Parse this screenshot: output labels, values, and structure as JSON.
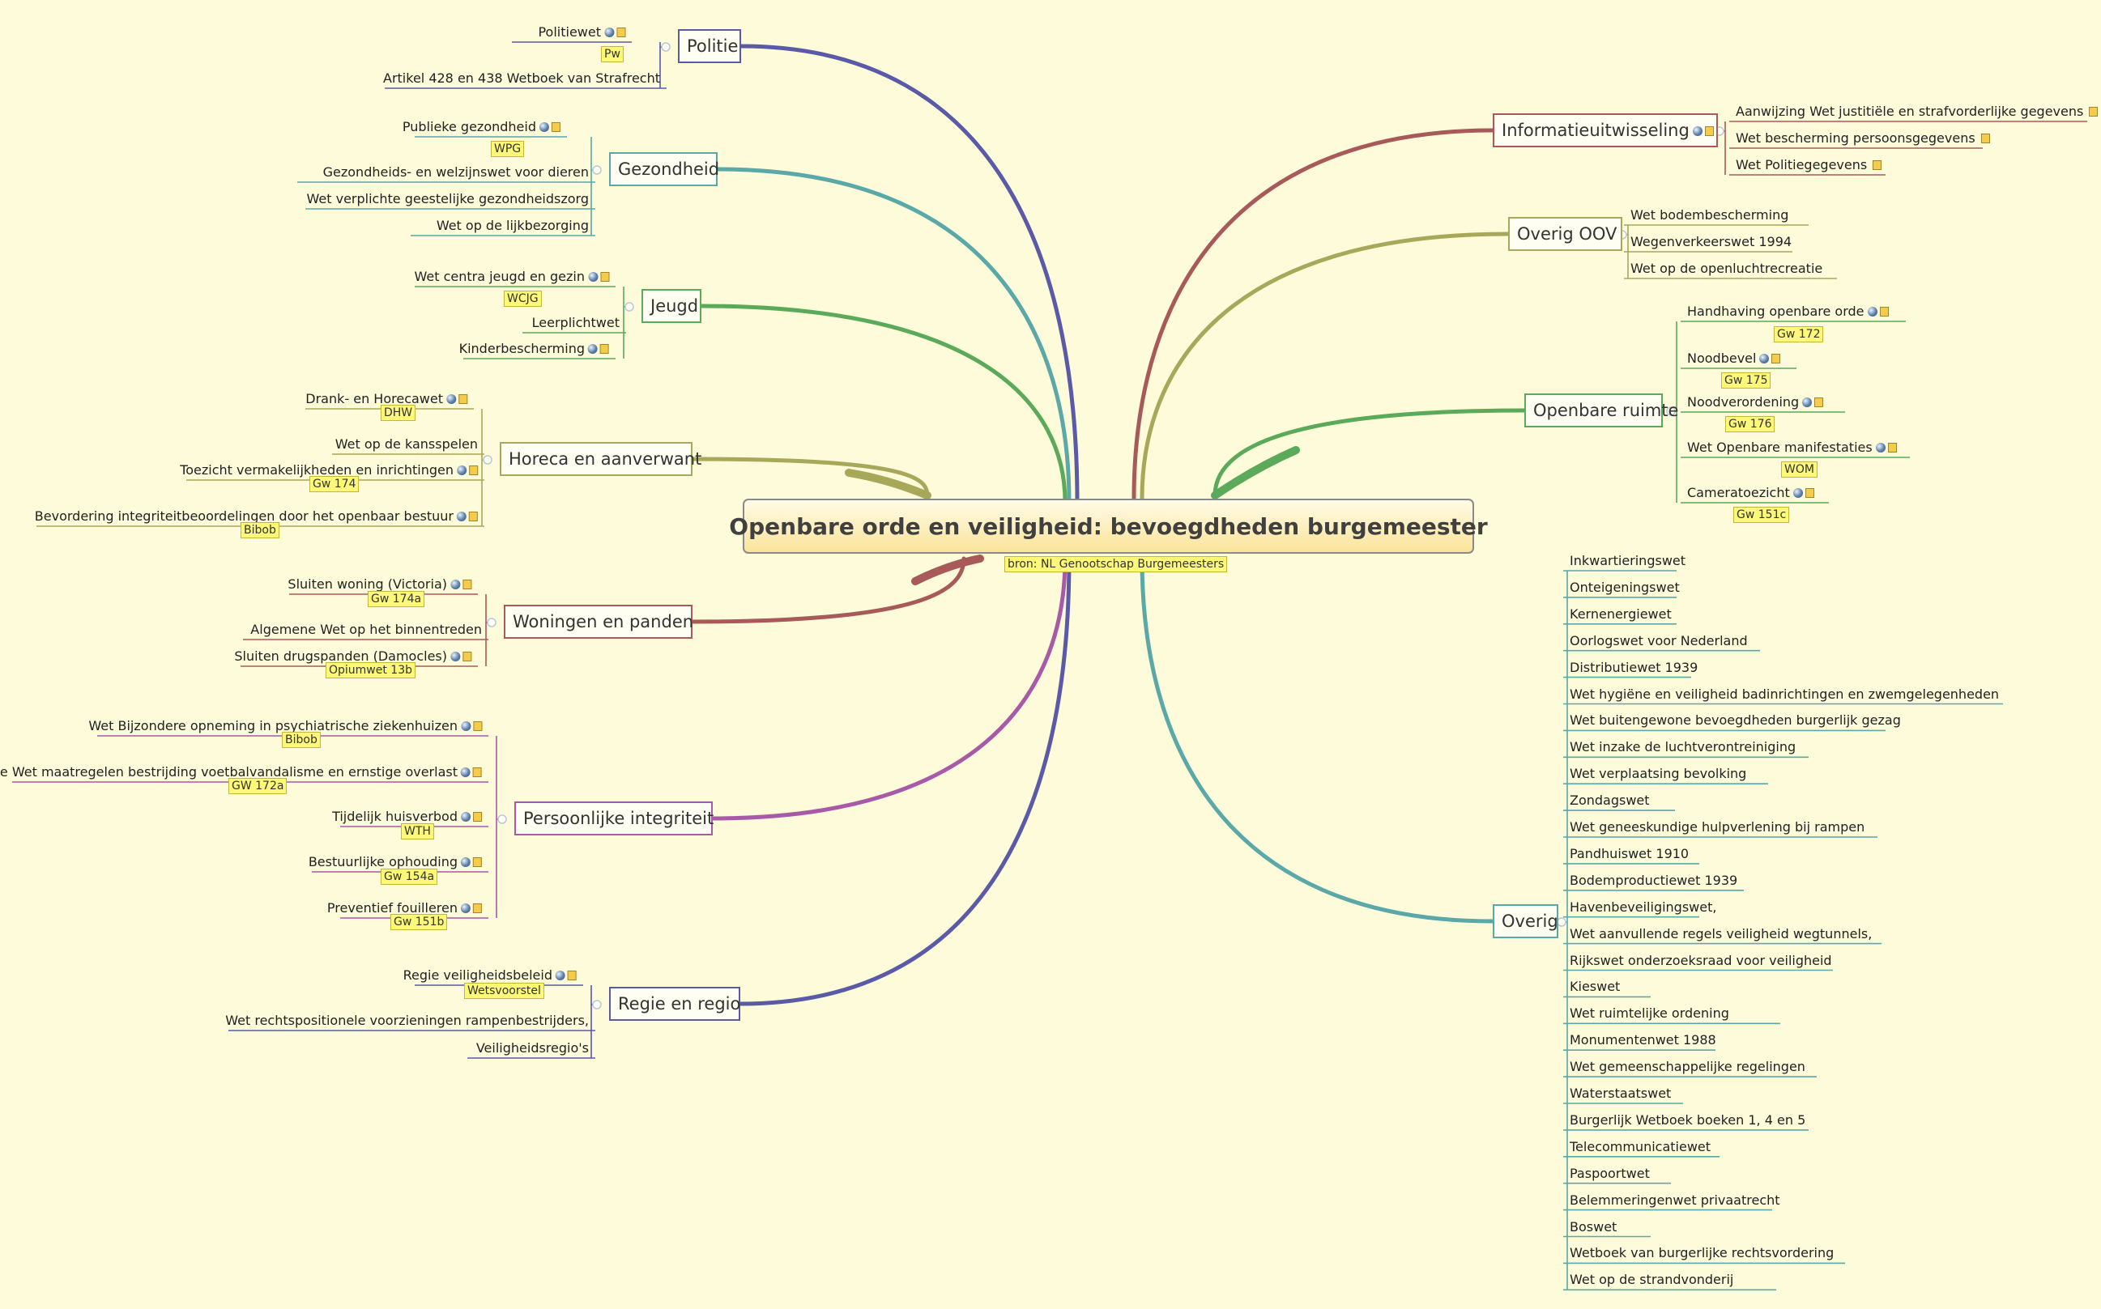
{
  "central": {
    "title": "Openbare orde en veiligheid: bevoegdheden burgemeester",
    "source": "bron: NL Genootschap Burgemeesters"
  },
  "colors": {
    "background": "#fdfbd9"
  },
  "branches": [
    {
      "label": "Politie",
      "color": "#5a5aa8",
      "side": "left",
      "items": [
        {
          "text": "Politiewet",
          "icons": [
            "globe-icon",
            "note-icon"
          ],
          "tag": "Pw"
        },
        {
          "text": "Artikel 428 en 438 Wetboek van Strafrecht"
        }
      ]
    },
    {
      "label": "Gezondheid",
      "color": "#5aa8a8",
      "side": "left",
      "items": [
        {
          "text": "Publieke gezondheid",
          "icons": [
            "globe-icon",
            "note-icon"
          ],
          "tag": "WPG"
        },
        {
          "text": "Gezondheids- en welzijnswet voor dieren"
        },
        {
          "text": "Wet verplichte geestelijke gezondheidszorg"
        },
        {
          "text": "Wet op de lijkbezorging"
        }
      ]
    },
    {
      "label": "Jeugd",
      "color": "#5aaa5a",
      "side": "left",
      "items": [
        {
          "text": "Wet centra jeugd en gezin",
          "icons": [
            "globe-icon",
            "note-icon"
          ],
          "tag": "WCJG"
        },
        {
          "text": "Leerplichtwet"
        },
        {
          "text": "Kinderbescherming",
          "icons": [
            "globe-icon",
            "note-icon"
          ]
        }
      ]
    },
    {
      "label": "Horeca en aanverwant",
      "color": "#a8a85a",
      "side": "left",
      "items": [
        {
          "text": "Drank- en Horecawet",
          "icons": [
            "globe-icon",
            "note-icon"
          ],
          "tag": "DHW"
        },
        {
          "text": "Wet op de kansspelen"
        },
        {
          "text": "Toezicht vermakelijkheden en inrichtingen",
          "icons": [
            "globe-icon",
            "note-icon"
          ],
          "tag": "Gw 174"
        },
        {
          "text": "Bevordering integriteitbeoordelingen door het openbaar bestuur",
          "icons": [
            "globe-icon",
            "note-icon"
          ],
          "tag": "Bibob"
        }
      ]
    },
    {
      "label": "Woningen en panden",
      "color": "#a85a5a",
      "side": "left",
      "items": [
        {
          "text": "Sluiten woning (Victoria)",
          "icons": [
            "globe-icon",
            "note-icon"
          ],
          "tag": "Gw 174a"
        },
        {
          "text": "Algemene Wet op het binnentreden"
        },
        {
          "text": "Sluiten drugspanden (Damocles)",
          "icons": [
            "globe-icon",
            "note-icon"
          ],
          "tag": "Opiumwet 13b"
        }
      ]
    },
    {
      "label": "Persoonlijke integriteit",
      "color": "#a85aa8",
      "side": "left",
      "items": [
        {
          "text": "Wet Bijzondere opneming in psychiatrische ziekenhuizen",
          "icons": [
            "globe-icon",
            "note-icon"
          ],
          "tag": "Bibob"
        },
        {
          "text": "De Wet maatregelen bestrijding voetbalvandalisme en ernstige overlast",
          "icons": [
            "globe-icon",
            "note-icon"
          ],
          "tag": "GW 172a"
        },
        {
          "text": "Tijdelijk huisverbod",
          "icons": [
            "globe-icon",
            "note-icon"
          ],
          "tag": "WTH"
        },
        {
          "text": "Bestuurlijke ophouding",
          "icons": [
            "globe-icon",
            "note-icon"
          ],
          "tag": "Gw 154a"
        },
        {
          "text": "Preventief fouilleren",
          "icons": [
            "globe-icon",
            "note-icon"
          ],
          "tag": "Gw 151b"
        }
      ]
    },
    {
      "label": "Regie en regio",
      "color": "#5a5aa8",
      "side": "left",
      "items": [
        {
          "text": "Regie veiligheidsbeleid",
          "icons": [
            "globe-icon",
            "note-icon"
          ],
          "tag": "Wetsvoorstel"
        },
        {
          "text": "Wet rechtspositionele voorzieningen rampenbestrijders,"
        },
        {
          "text": "Veiligheidsregio's"
        }
      ]
    },
    {
      "label": "Informatieuitwisseling",
      "color": "#a85a5a",
      "side": "right",
      "icons": [
        "globe-icon",
        "note-icon"
      ],
      "items": [
        {
          "text": "Aanwijzing Wet justitiële en strafvorderlijke gegevens",
          "icons": [
            "note-icon"
          ]
        },
        {
          "text": "Wet bescherming persoonsgegevens",
          "icons": [
            "note-icon"
          ]
        },
        {
          "text": "Wet Politiegegevens",
          "icons": [
            "note-icon"
          ]
        }
      ]
    },
    {
      "label": "Overig OOV",
      "color": "#a8a85a",
      "side": "right",
      "items": [
        {
          "text": "Wet bodembescherming"
        },
        {
          "text": "Wegenverkeerswet 1994"
        },
        {
          "text": "Wet op de openluchtrecreatie"
        }
      ]
    },
    {
      "label": "Openbare ruimte",
      "color": "#5aaa5a",
      "side": "right",
      "items": [
        {
          "text": "Handhaving openbare orde",
          "icons": [
            "globe-icon",
            "note-icon"
          ],
          "tag": "Gw 172"
        },
        {
          "text": "Noodbevel",
          "icons": [
            "globe-icon",
            "note-icon"
          ],
          "tag": "Gw 175"
        },
        {
          "text": "Noodverordening",
          "icons": [
            "globe-icon",
            "note-icon"
          ],
          "tag": "Gw 176"
        },
        {
          "text": "Wet Openbare manifestaties",
          "icons": [
            "globe-icon",
            "note-icon"
          ],
          "tag": "WOM"
        },
        {
          "text": "Cameratoezicht",
          "icons": [
            "globe-icon",
            "note-icon"
          ],
          "tag": "Gw 151c"
        }
      ]
    },
    {
      "label": "Overig",
      "color": "#5aa8a8",
      "side": "right",
      "items": [
        {
          "text": "Inkwartieringswet"
        },
        {
          "text": "Onteigeningswet"
        },
        {
          "text": "Kernenergiewet"
        },
        {
          "text": "Oorlogswet voor Nederland"
        },
        {
          "text": "Distributiewet 1939"
        },
        {
          "text": "Wet hygiëne en veiligheid badinrichtingen en zwemgelegenheden"
        },
        {
          "text": "Wet buitengewone bevoegdheden burgerlijk gezag"
        },
        {
          "text": "Wet inzake de luchtverontreiniging"
        },
        {
          "text": "Wet verplaatsing bevolking"
        },
        {
          "text": "Zondagswet"
        },
        {
          "text": "Wet geneeskundige hulpverlening bij rampen"
        },
        {
          "text": "Pandhuiswet 1910"
        },
        {
          "text": "Bodemproductiewet 1939"
        },
        {
          "text": "Havenbeveiligingswet,"
        },
        {
          "text": "Wet aanvullende regels veiligheid wegtunnels,"
        },
        {
          "text": "Rijkswet onderzoeksraad voor veiligheid"
        },
        {
          "text": "Kieswet"
        },
        {
          "text": "Wet ruimtelijke ordening"
        },
        {
          "text": "Monumentenwet 1988"
        },
        {
          "text": "Wet gemeenschappelijke regelingen"
        },
        {
          "text": "Waterstaatswet"
        },
        {
          "text": "Burgerlijk Wetboek boeken 1, 4 en 5"
        },
        {
          "text": "Telecommunicatiewet"
        },
        {
          "text": "Paspoortwet"
        },
        {
          "text": "Belemmeringenwet privaatrecht"
        },
        {
          "text": "Boswet"
        },
        {
          "text": "Wetboek van burgerlijke rechtsvordering"
        },
        {
          "text": "Wet op de strandvonderij"
        }
      ]
    }
  ]
}
